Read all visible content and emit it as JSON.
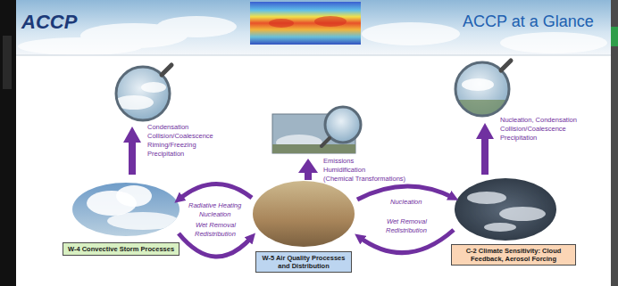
{
  "diagram": {
    "title": "ACCP at a Glance",
    "nodes": [
      {
        "text": [
          "W-4 Convective Storm Processes"
        ]
      },
      {
        "text": [
          "W-5 Air Quality Processes and Distribution"
        ]
      },
      {
        "text": [
          "C-2 Climate Sensitivity: Cloud Feedback, Aerosol Forcing"
        ]
      }
    ],
    "labels": [
      "ACCP",
      "Condensation",
      "Collision/Coalescence",
      "Riming/Freezing",
      "Precipitation",
      "Emissions",
      "Humidification",
      "(Chemical Transformations)",
      "Nucleation, Condensation",
      "Collision/Coalescence",
      "Precipitation",
      "Radiative Heating",
      "Nucleation",
      "Wet Removal",
      "Redistribution",
      "Nucleation",
      "Wet Removal",
      "Redistribution"
    ]
  }
}
